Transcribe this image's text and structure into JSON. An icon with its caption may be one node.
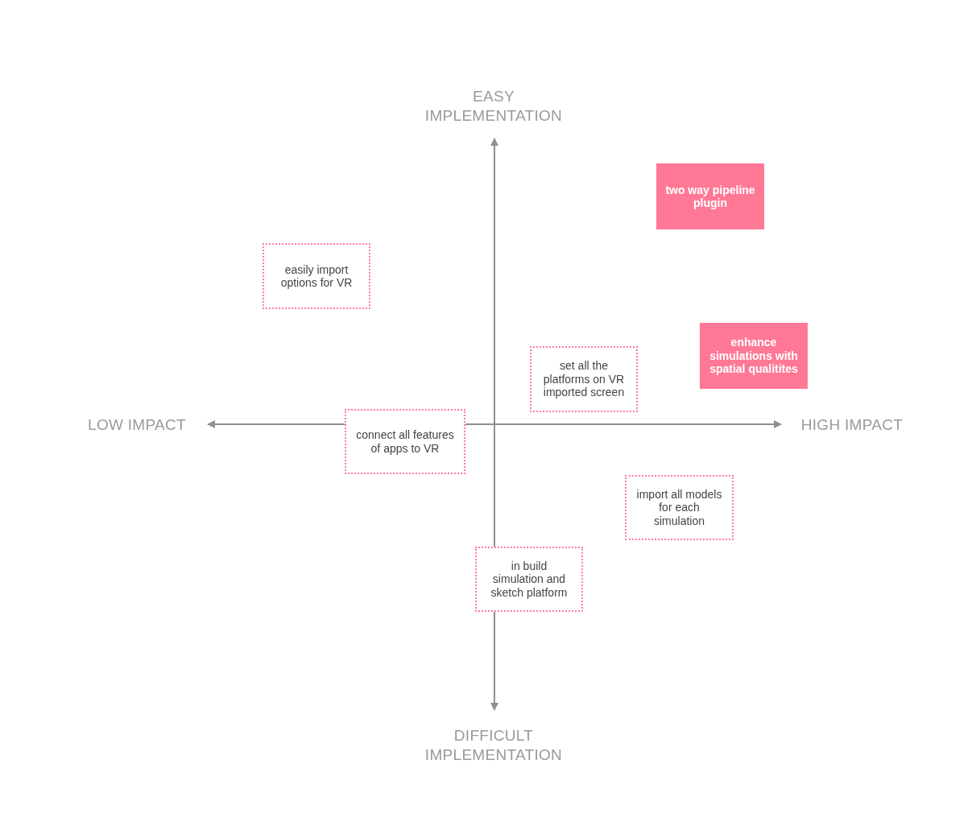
{
  "diagram": {
    "nodes": [
      {
        "text": [
          "two way pipeline plugin"
        ]
      },
      {
        "text": [
          "easily import options for VR"
        ]
      },
      {
        "text": [
          "enhance simulations with spatial qualitites"
        ]
      },
      {
        "text": [
          "set all the platforms on VR imported screen"
        ]
      },
      {
        "text": [
          "connect all features of apps to VR"
        ]
      },
      {
        "text": [
          "import all models for each simulation"
        ]
      },
      {
        "text": [
          "in build simulation and sketch platform"
        ]
      }
    ],
    "labels": [
      "EASY IMPLEMENTATION",
      "LOW IMPACT",
      "HIGH IMPACT",
      "DIFFICULT IMPLEMENTATION"
    ]
  }
}
